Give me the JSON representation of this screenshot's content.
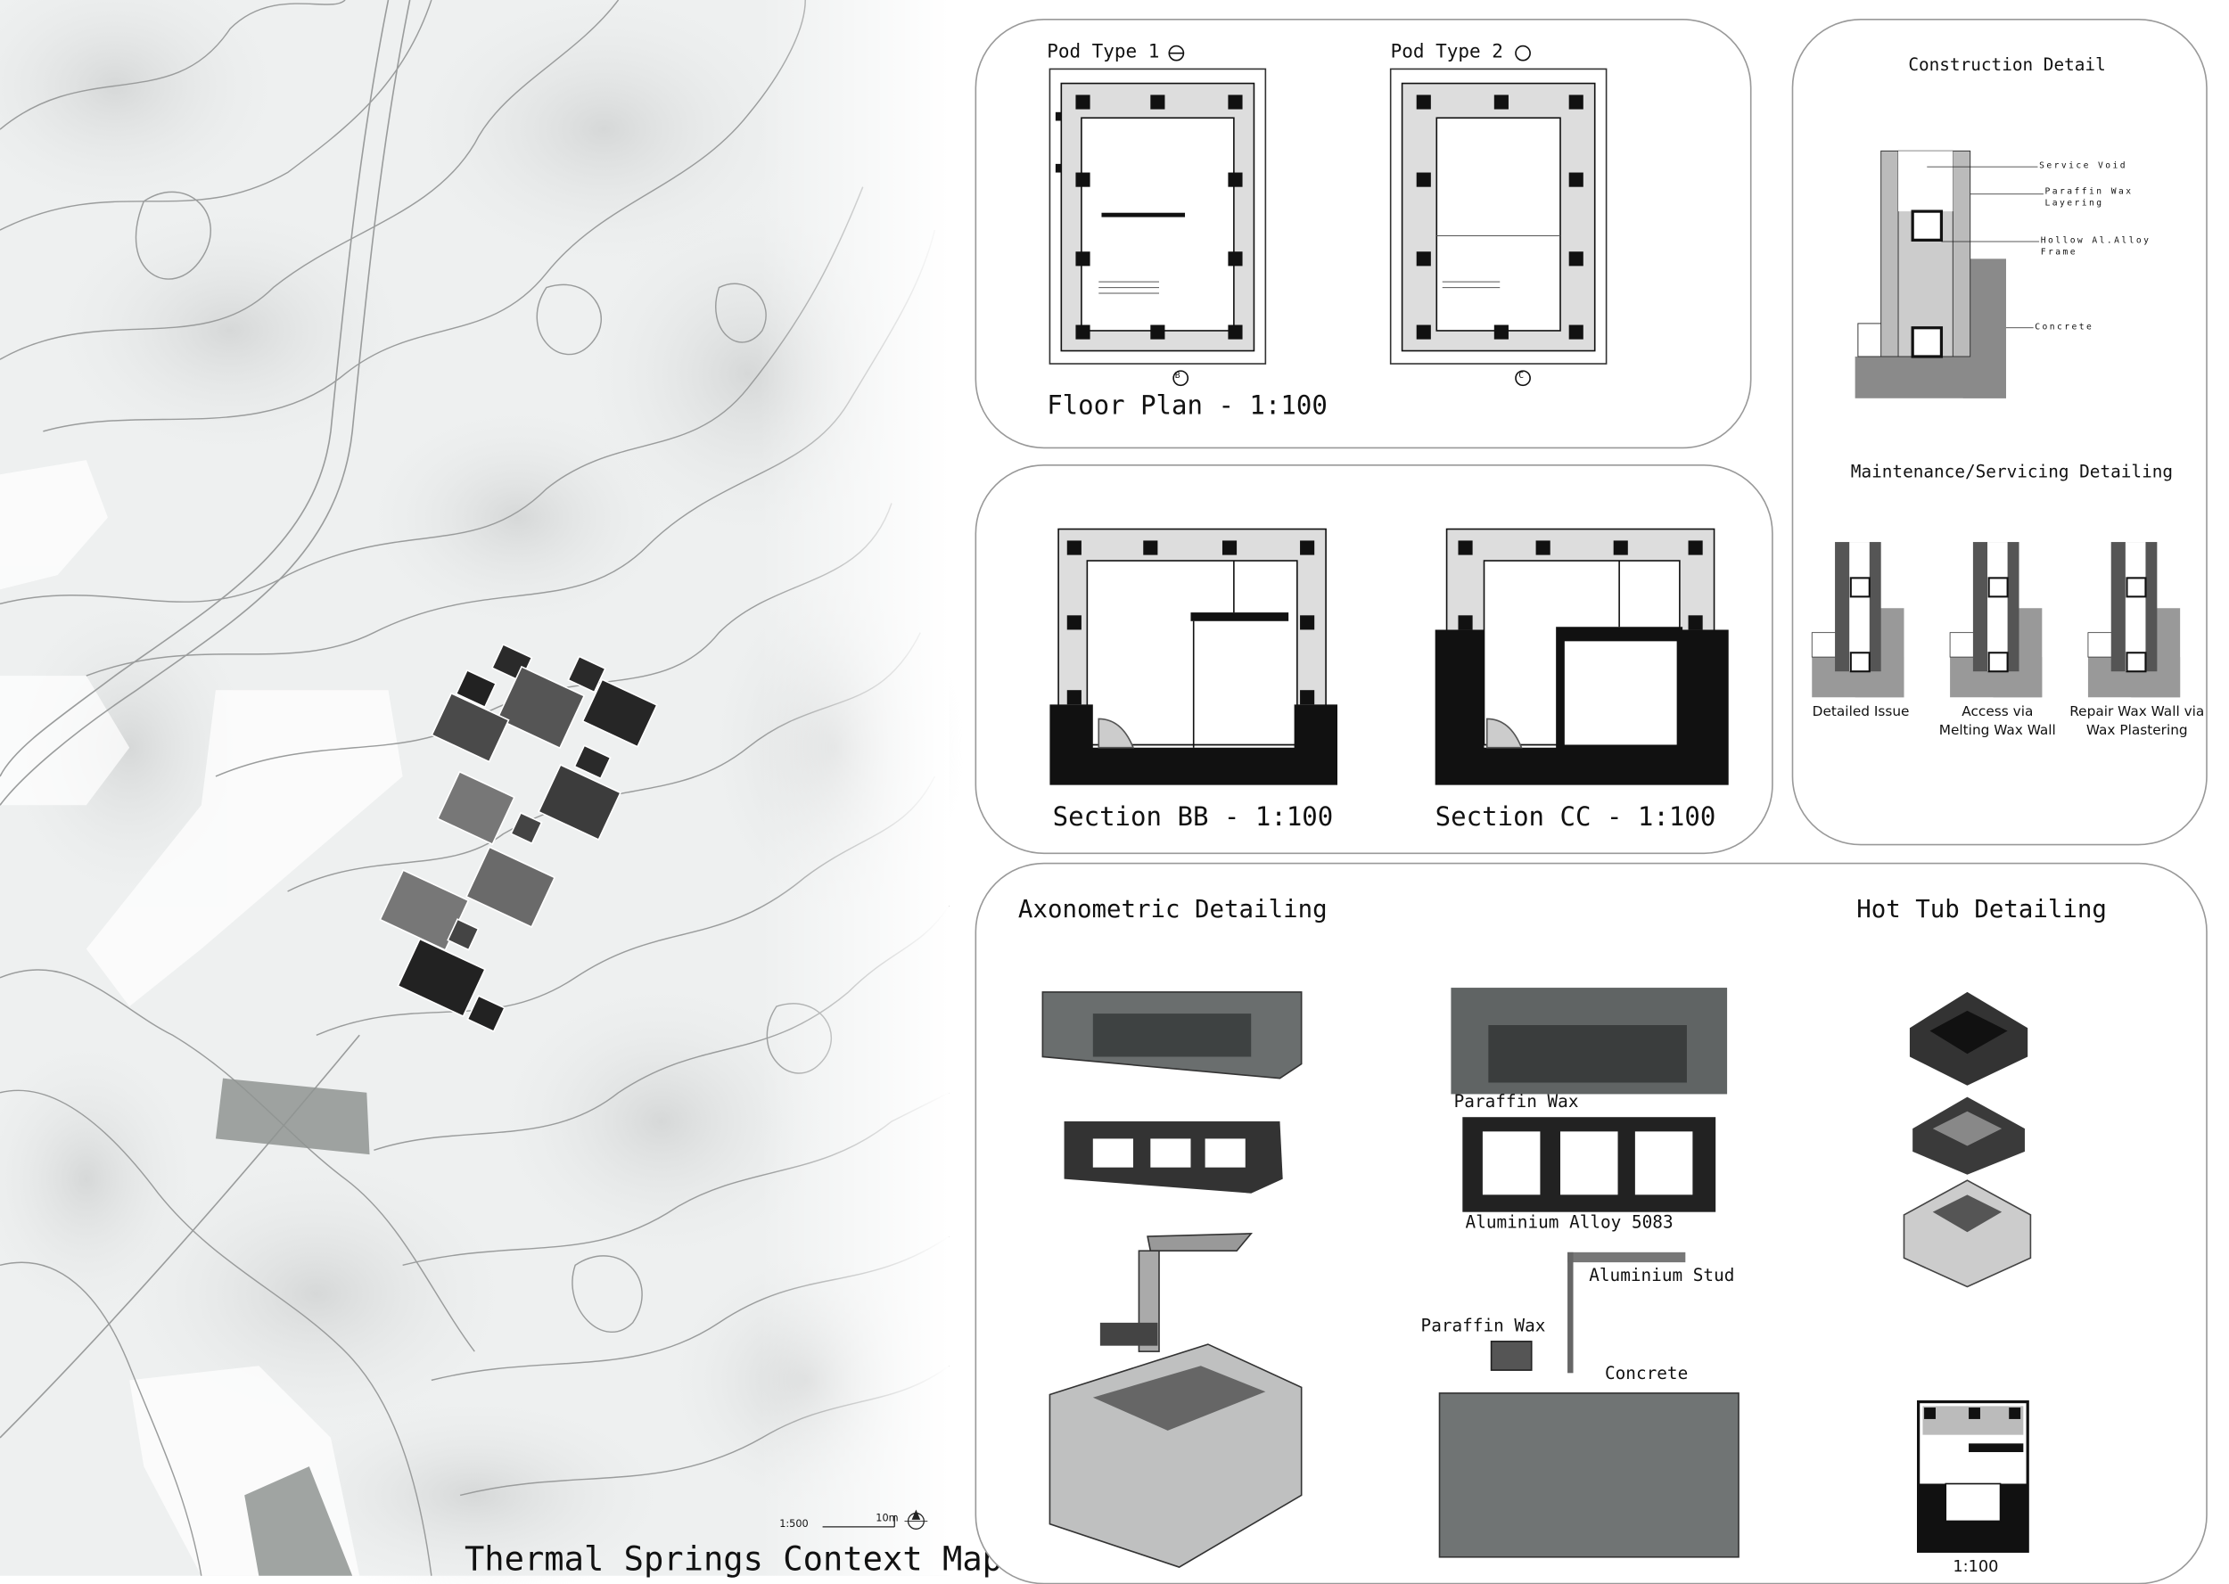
{
  "map": {
    "title": "Thermal Springs Context Map",
    "scale_text": "1:500",
    "scale_bar_label": "10m",
    "north_icon": "north-arrow-icon"
  },
  "floor_plan": {
    "pod1_label": "Pod Type 1",
    "pod2_label": "Pod Type 2",
    "title": "Floor Plan - 1:100",
    "marker_b": "B",
    "marker_c": "C"
  },
  "sections": {
    "bb_title": "Section BB - 1:100",
    "cc_title": "Section CC - 1:100"
  },
  "construction": {
    "title": "Construction Detail",
    "labels": [
      "Service Void",
      "Paraffin Wax Layering",
      "Hollow Al.Alloy Frame",
      "Concrete"
    ]
  },
  "maintenance": {
    "title": "Maintenance/Servicing Detailing",
    "captions": [
      "Detailed Issue",
      "Access via Melting Wax Wall",
      "Repair Wax Wall via Wax Plastering"
    ]
  },
  "axonometric": {
    "title": "Axonometric Detailing",
    "labels": [
      "Paraffin Wax",
      "Aluminium Alloy 5083",
      "Aluminium Stud",
      "Paraffin Wax",
      "Concrete"
    ]
  },
  "hot_tub": {
    "title": "Hot Tub Detailing",
    "scale": "1:100"
  }
}
